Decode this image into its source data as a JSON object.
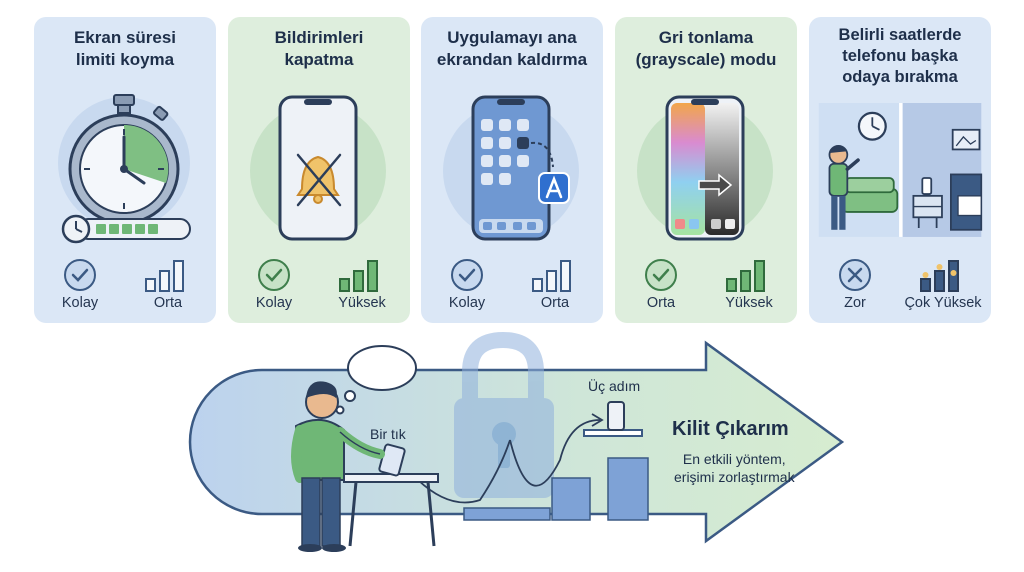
{
  "cards": [
    {
      "title_lines": [
        "Ekran süresi",
        "limiti koyma"
      ],
      "ease": "Kolay",
      "impact": "Orta",
      "ease_icon": "check-icon"
    },
    {
      "title_lines": [
        "Bildirimleri",
        "kapatma"
      ],
      "ease": "Kolay",
      "impact": "Yüksek",
      "ease_icon": "check-icon"
    },
    {
      "title_lines": [
        "Uygulamayı ana",
        "ekrandan kaldırma"
      ],
      "ease": "Kolay",
      "impact": "Orta",
      "ease_icon": "check-icon"
    },
    {
      "title_lines": [
        "Gri tonlama",
        "(grayscale) modu"
      ],
      "ease": "Orta",
      "impact": "Yüksek",
      "ease_icon": "check-icon"
    },
    {
      "title_lines": [
        "Belirli saatlerde",
        "telefonu başka",
        "odaya bırakma"
      ],
      "ease": "Zor",
      "impact": "Çok Yüksek",
      "ease_icon": "x-icon"
    }
  ],
  "arrow": {
    "bir_tik": "Bir tık",
    "uc_adim": "Üç adım",
    "title": "Kilit Çıkarım",
    "desc_lines": [
      "En etkili yöntem,",
      "erişimi zorlaştırmak"
    ]
  },
  "colors": {
    "card_blue": "#dbe7f6",
    "card_green": "#deeedd",
    "navy": "#1e2f4a",
    "accent_green": "#5aa86a",
    "accent_blue": "#5f8fcf"
  }
}
